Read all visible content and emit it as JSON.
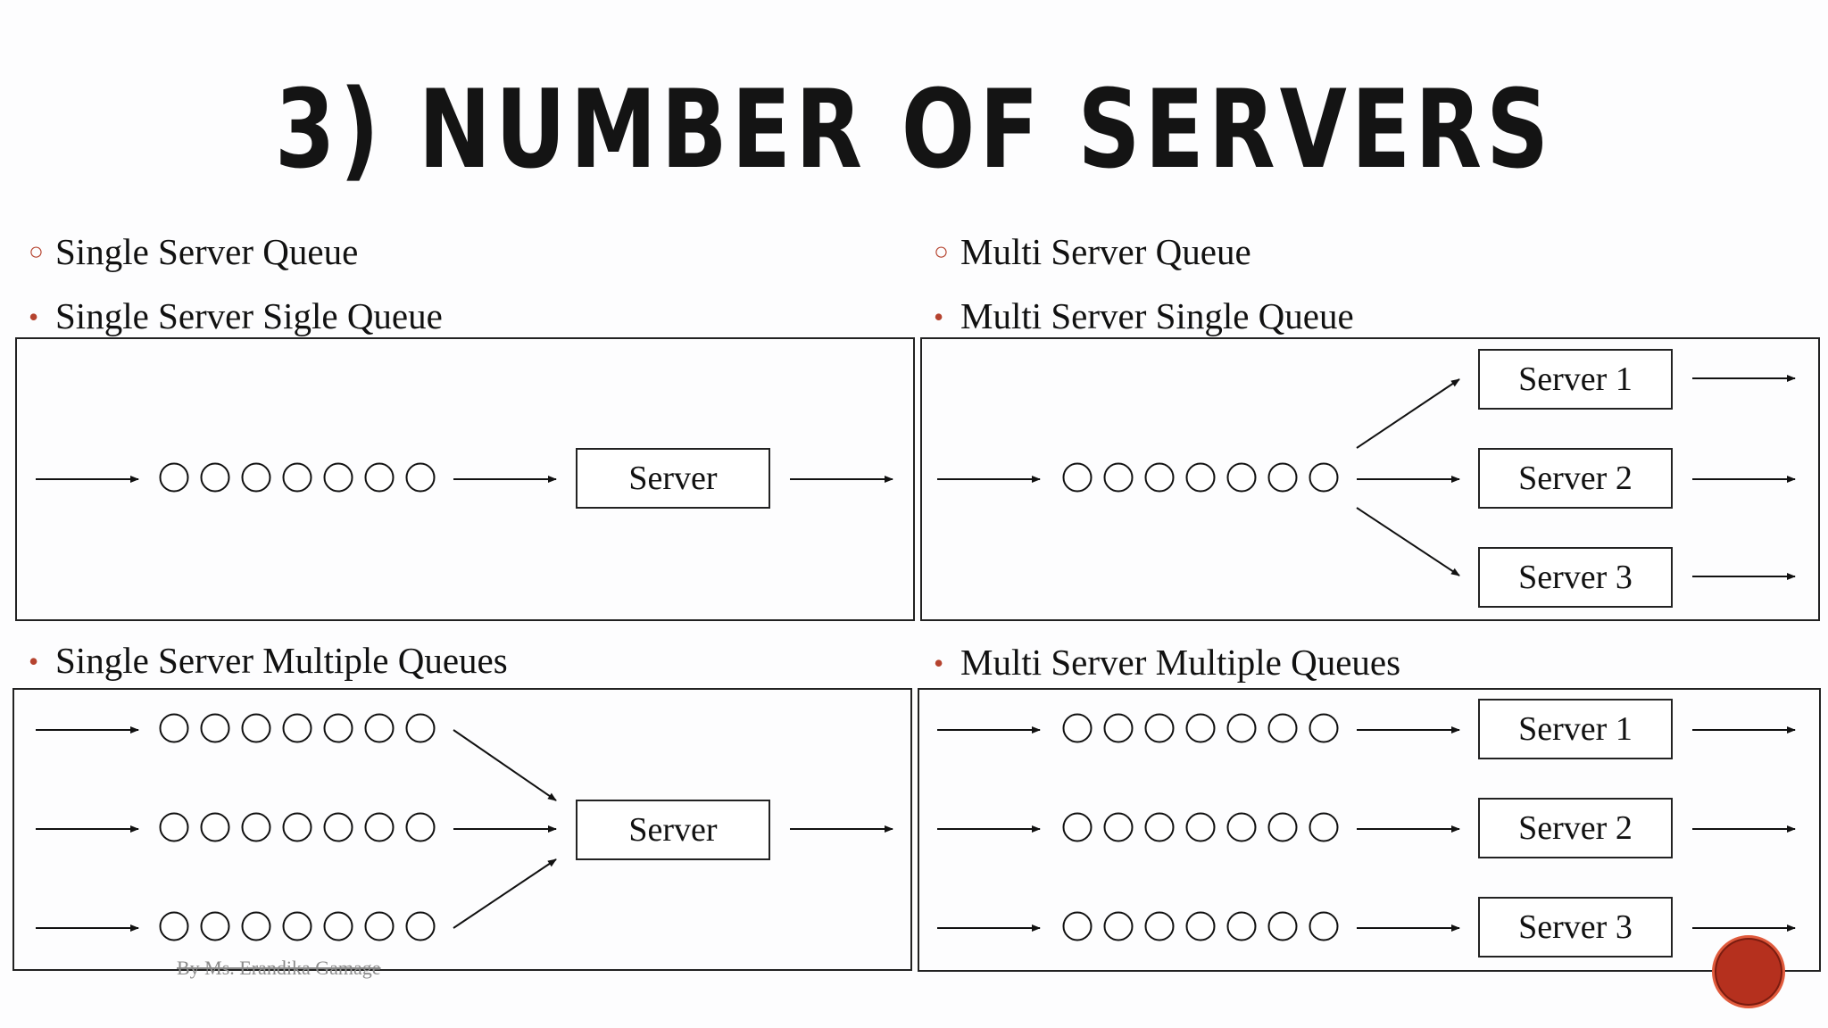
{
  "title": "3) NUMBER OF SERVERS",
  "left": {
    "heading": "Single Server Queue",
    "sub1": "Single Server Sigle Queue",
    "sub2": "Single Server Multiple Queues",
    "server_label": "Server"
  },
  "right": {
    "heading": "Multi Server Queue",
    "sub1": "Multi Server Single Queue",
    "sub2": "Multi Server Multiple Queues",
    "server_labels": [
      "Server 1",
      "Server 2",
      "Server 3"
    ]
  },
  "footer": "By Ms. Erandika Gamage",
  "colors": {
    "bullet": "#b5432f",
    "badge": "#b5301e"
  },
  "queue_length": 7
}
